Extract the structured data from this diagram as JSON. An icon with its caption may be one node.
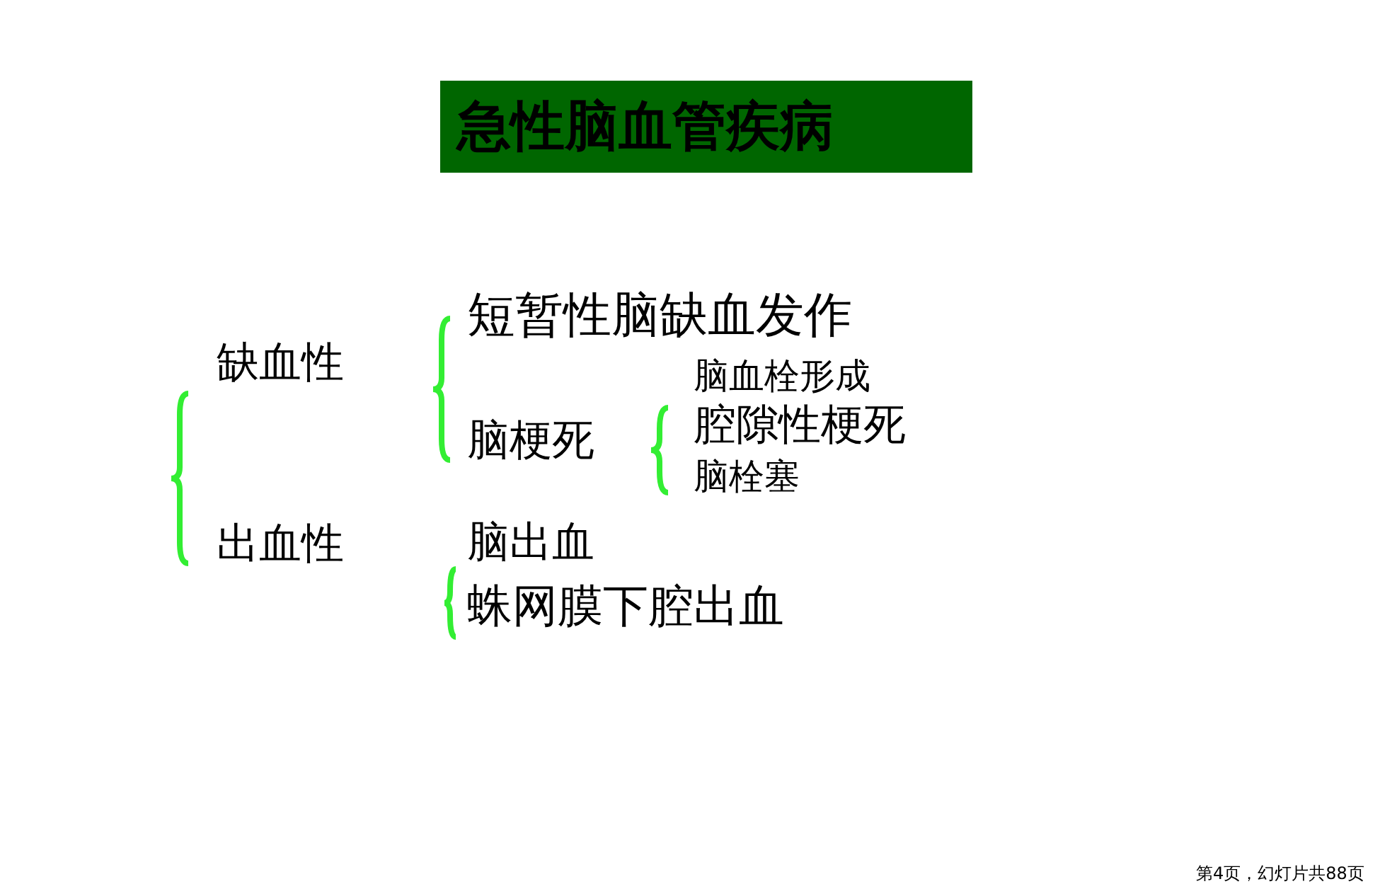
{
  "diagram": {
    "title": "急性脑血管疾病",
    "labels": [
      "短暂性脑缺血发作",
      "缺血性",
      "脑血栓形成",
      "脑梗死",
      "腔隙性梗死",
      "脑栓塞",
      "出血性",
      "脑出血",
      "蛛网膜下腔出血",
      "第4页，幻灯片共88页"
    ]
  }
}
